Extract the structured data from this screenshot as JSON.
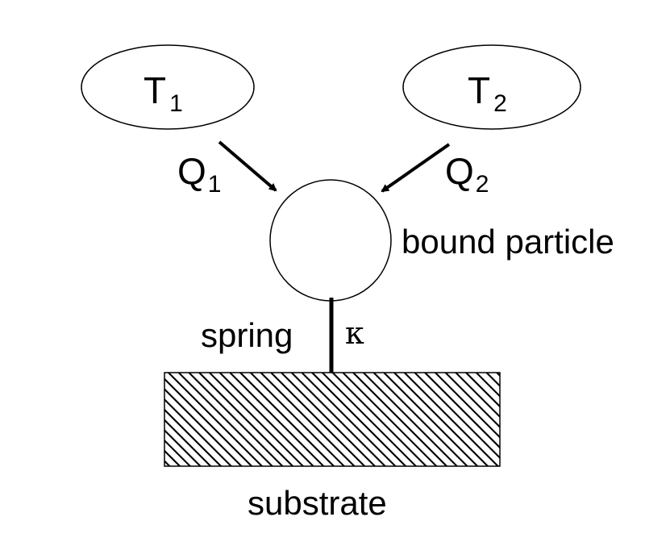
{
  "reservoir1": {
    "symbol": "T",
    "index": "1"
  },
  "reservoir2": {
    "symbol": "T",
    "index": "2"
  },
  "heat1": {
    "symbol": "Q",
    "index": "1"
  },
  "heat2": {
    "symbol": "Q",
    "index": "2"
  },
  "particle_label": "bound particle",
  "spring_label": "spring",
  "spring_constant": "κ",
  "substrate_label": "substrate"
}
